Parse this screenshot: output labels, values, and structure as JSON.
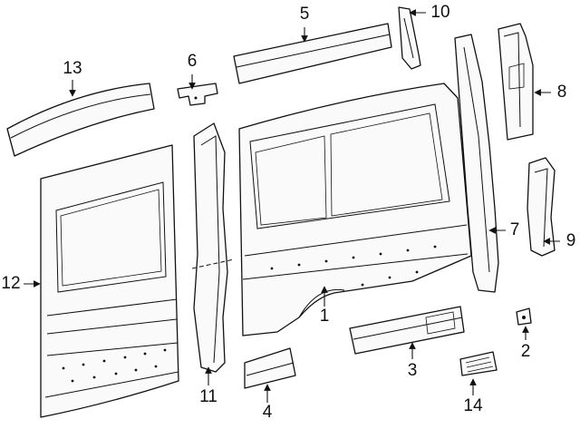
{
  "callouts": [
    {
      "id": "1",
      "label": "1"
    },
    {
      "id": "2",
      "label": "2"
    },
    {
      "id": "3",
      "label": "3"
    },
    {
      "id": "4",
      "label": "4"
    },
    {
      "id": "5",
      "label": "5"
    },
    {
      "id": "6",
      "label": "6"
    },
    {
      "id": "7",
      "label": "7"
    },
    {
      "id": "8",
      "label": "8"
    },
    {
      "id": "9",
      "label": "9"
    },
    {
      "id": "10",
      "label": "10"
    },
    {
      "id": "11",
      "label": "11"
    },
    {
      "id": "12",
      "label": "12"
    },
    {
      "id": "13",
      "label": "13"
    },
    {
      "id": "14",
      "label": "14"
    }
  ],
  "colors": {
    "line": "#111111",
    "fill": "#fafafa",
    "background": "#ffffff"
  }
}
